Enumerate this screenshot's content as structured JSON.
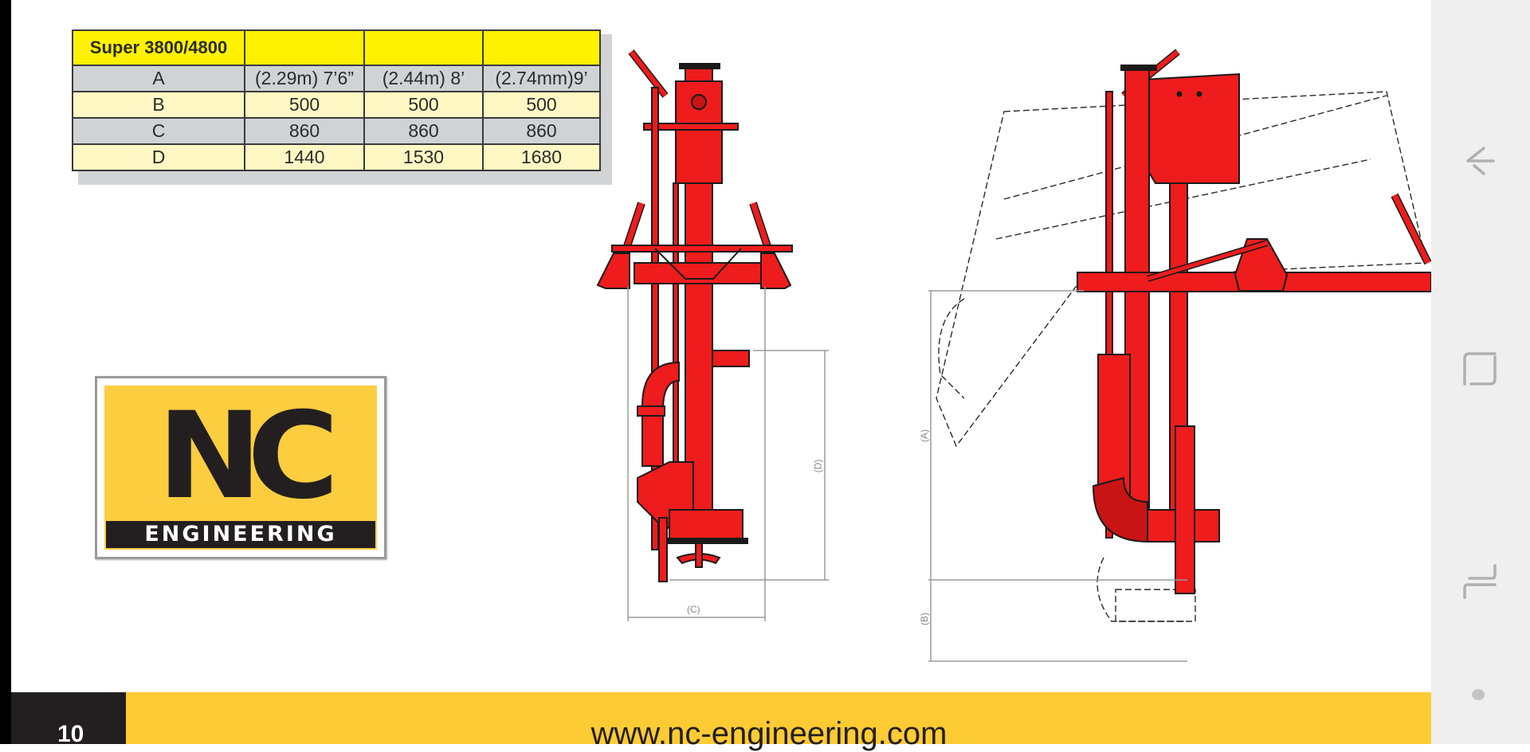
{
  "spec_table": {
    "title": "Super 3800/4800",
    "header_cells": [
      "",
      "",
      ""
    ],
    "rows": [
      {
        "label": "A",
        "values": [
          "(2.29m) 7’6”",
          "(2.44m) 8’",
          "(2.74mm)9’"
        ]
      },
      {
        "label": "B",
        "values": [
          "500",
          "500",
          "500"
        ]
      },
      {
        "label": "C",
        "values": [
          "860",
          "860",
          "860"
        ]
      },
      {
        "label": "D",
        "values": [
          "1440",
          "1530",
          "1680"
        ]
      }
    ]
  },
  "logo": {
    "mark": "NC",
    "wordmark": "ENGINEERING"
  },
  "drawings": {
    "front_view": {
      "dim_c": "(C)",
      "dim_d": "(D)"
    },
    "side_view": {
      "dim_a": "(A)",
      "dim_b": "(B)"
    }
  },
  "footer": {
    "page_number": "10",
    "url": "www.nc-engineering.com"
  },
  "navbar": {
    "back": "back-icon",
    "home": "home-icon",
    "recents": "recents-icon",
    "dot": "dot-icon"
  },
  "colors": {
    "brand_yellow": "#fdcb33",
    "table_header_yellow": "#fff200",
    "machine_red": "#ee1c1c",
    "dark": "#231f20"
  }
}
